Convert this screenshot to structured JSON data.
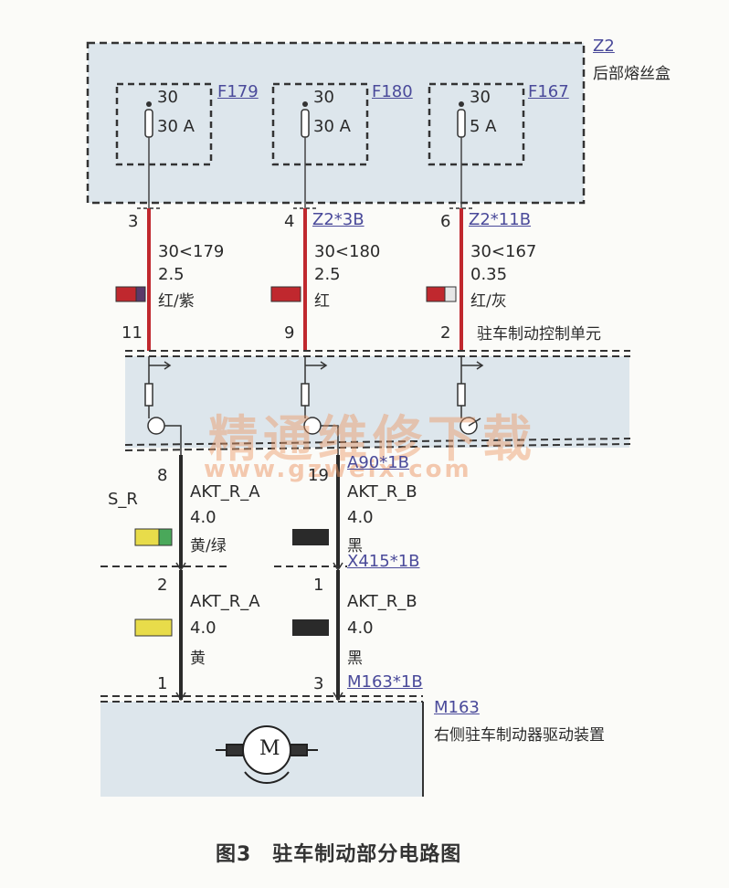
{
  "zones": {
    "fuse_box": {
      "code": "Z2",
      "name": "后部熔丝盒"
    },
    "control_unit": {
      "name": "驻车制动控制单元"
    },
    "actuator": {
      "code": "M163",
      "name": "右侧驻车制动器驱动装置"
    }
  },
  "fuses": [
    {
      "id": "F179",
      "terminal": "30",
      "rating": "30 A"
    },
    {
      "id": "F180",
      "terminal": "30",
      "rating": "30 A"
    },
    {
      "id": "F167",
      "terminal": "30",
      "rating": "5 A"
    }
  ],
  "upper_wires": [
    {
      "pin_top": "3",
      "connector": "",
      "signal": "30<179",
      "gauge": "2.5",
      "color": "红/紫",
      "pin_bottom": "11"
    },
    {
      "pin_top": "4",
      "connector": "Z2*3B",
      "signal": "30<180",
      "gauge": "2.5",
      "color": "红",
      "pin_bottom": "9"
    },
    {
      "pin_top": "6",
      "connector": "Z2*11B",
      "signal": "30<167",
      "gauge": "0.35",
      "color": "红/灰",
      "pin_bottom": "2"
    }
  ],
  "mid_wires": [
    {
      "pin": "8",
      "connector": "",
      "signal": "AKT_R_A",
      "gauge": "4.0",
      "color": "黄/绿"
    },
    {
      "pin": "19",
      "connector": "A90*1B",
      "signal": "AKT_R_B",
      "gauge": "4.0",
      "color": "黑"
    }
  ],
  "harness_label": "S_R",
  "junction_connector": "X415*1B",
  "junction_pins": [
    "2",
    "1"
  ],
  "lower_wires": [
    {
      "signal": "AKT_R_A",
      "gauge": "4.0",
      "color": "黄",
      "pin_bottom": "1"
    },
    {
      "signal": "AKT_R_B",
      "gauge": "4.0",
      "color": "黑",
      "pin_bottom": "3"
    }
  ],
  "motor_connector": "M163*1B",
  "motor_symbol": "M",
  "watermark": {
    "text": "精通维修下载",
    "url": "www.gzweix.com"
  },
  "caption": "图3　驻车制动部分电路图",
  "colors": {
    "panel_fill": "#dde6ec",
    "red_wire": "#c0282e",
    "black_wire": "#2a2a2a",
    "yellow": "#e8dc4a",
    "green": "#4aa85a",
    "gray": "#b0b0b0",
    "purple": "#5a3a6a",
    "link": "#4a4a9a"
  }
}
